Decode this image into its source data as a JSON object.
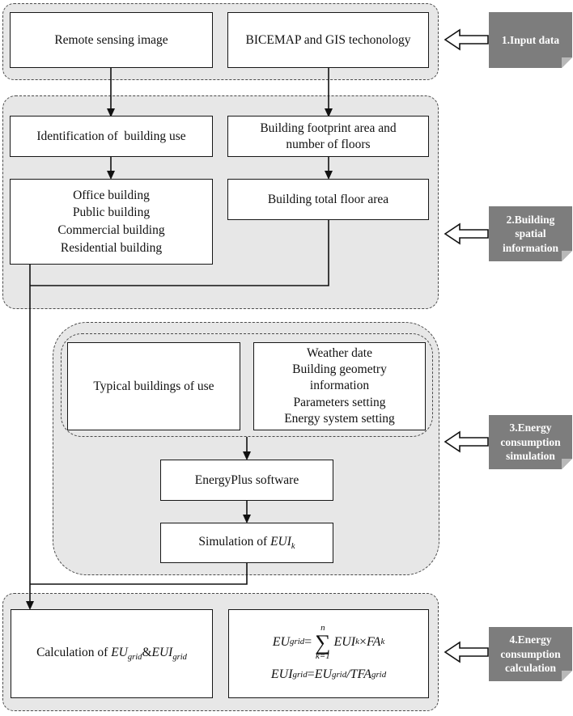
{
  "figure": {
    "type": "flowchart",
    "colors": {
      "section_fill": "#e7e7e7",
      "section_border": "#4a4a4a",
      "box_border": "#161616",
      "note_fill": "#7d7d7d",
      "note_fold": "#b8b8b8",
      "connector": "#111111"
    }
  },
  "boxes": {
    "remote": {
      "lines": [
        "Remote sensing image"
      ]
    },
    "bicemap": {
      "lines": [
        "BICEMAP and GIS techonology"
      ]
    },
    "identification": {
      "lines": [
        "Identification of  building use"
      ]
    },
    "footprint": {
      "lines": [
        "Building footprint area and",
        "number of floors"
      ]
    },
    "building_types": {
      "lines": [
        "Office building",
        "Public building",
        "Commercial building",
        "Residential building"
      ]
    },
    "total_floor": {
      "lines": [
        "Building total floor area"
      ]
    },
    "typical": {
      "lines": [
        "Typical buildings of use"
      ]
    },
    "sim_inputs": {
      "lines": [
        "Weather date",
        "Building geometry",
        "information",
        "Parameters setting",
        "Energy system setting"
      ]
    },
    "energyplus": {
      "lines": [
        "EnergyPlus software"
      ]
    },
    "simulation": {
      "prefix": "Simulation of ",
      "var": "EUI",
      "sub": "k"
    },
    "calculation": {
      "prefix": "Calculation of ",
      "var1": "EU",
      "sub1": "grid",
      "amp": "&",
      "var2": "EUI",
      "sub2": "grid"
    },
    "formula1": {
      "lhs": "EU",
      "lhs_sub": "grid",
      "eq": " = ",
      "sum_top": "n",
      "sum_symbol": "∑",
      "sum_bottom": "k=1",
      "t1": "EUI",
      "t1_sub": "k",
      "op": " × ",
      "t2": "FA",
      "t2_sub": "k"
    },
    "formula2": {
      "lhs": "EUI",
      "lhs_sub": "grid",
      "eq": " = ",
      "r1": "EU",
      "r1_sub": "grid",
      "slash": "/",
      "r2": "TFA",
      "r2_sub": "grid"
    }
  },
  "callouts": [
    {
      "arrow_icon": "left-block-arrow",
      "lines": [
        "1.Input data"
      ]
    },
    {
      "arrow_icon": "left-block-arrow",
      "lines": [
        "2.Building",
        "spatial",
        "information"
      ]
    },
    {
      "arrow_icon": "left-block-arrow",
      "lines": [
        "3.Energy",
        "consumption",
        "simulation"
      ]
    },
    {
      "arrow_icon": "left-block-arrow",
      "lines": [
        "4.Energy",
        "consumption",
        "calculation"
      ]
    }
  ]
}
